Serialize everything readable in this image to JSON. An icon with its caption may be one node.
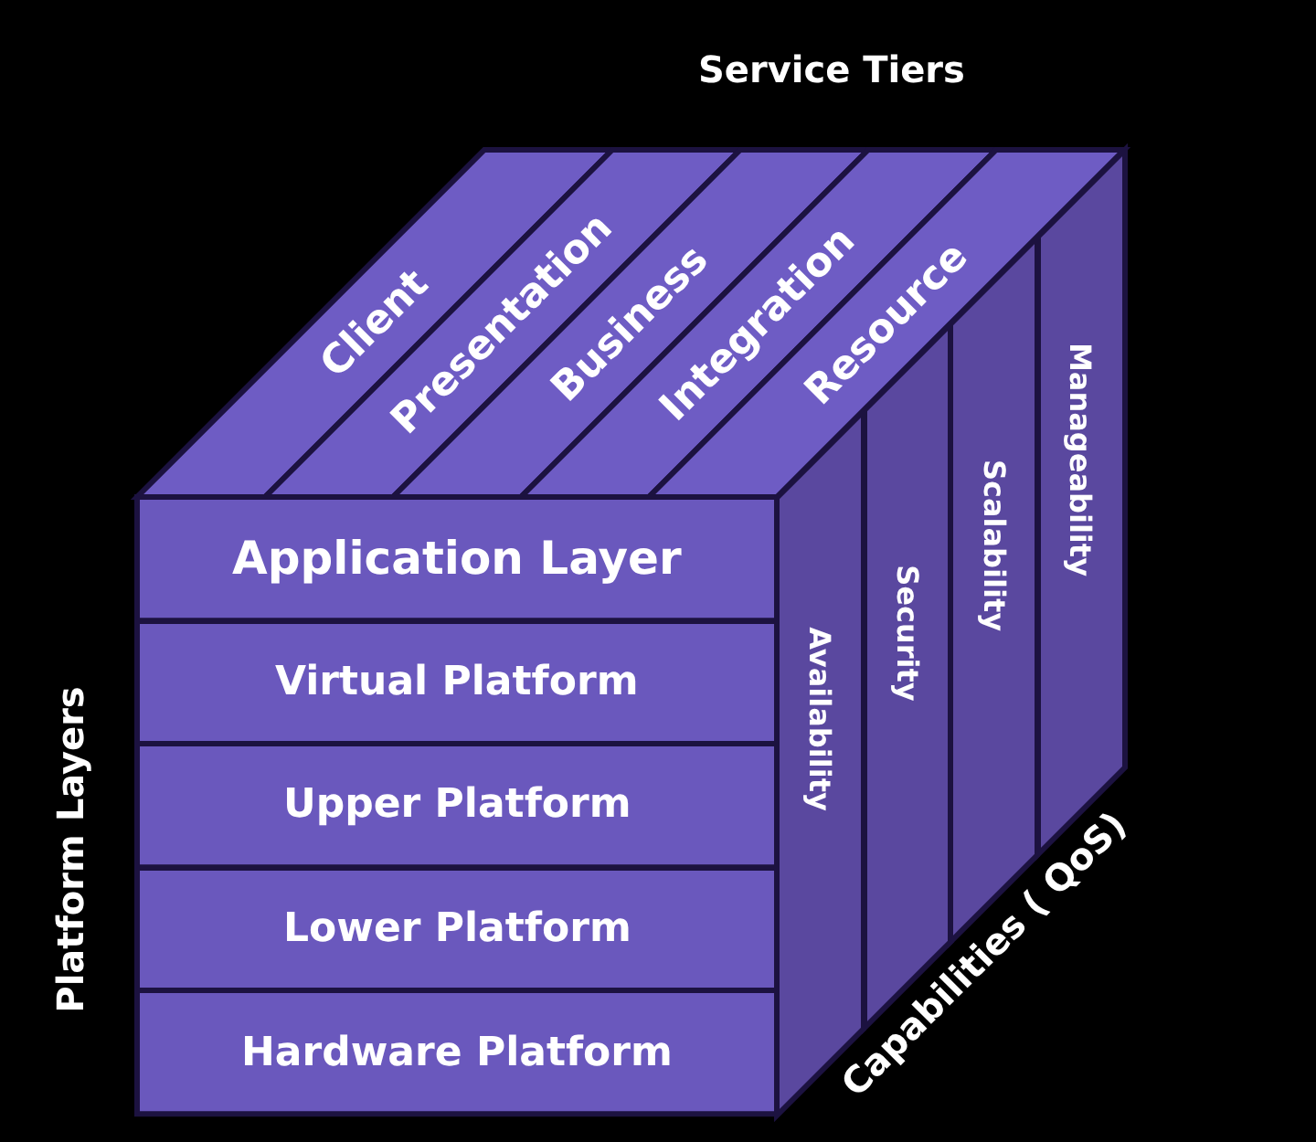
{
  "diagram": {
    "nodes": [
      {
        "text": [
          "Client"
        ]
      },
      {
        "text": [
          "Presentation"
        ]
      },
      {
        "text": [
          "Business"
        ]
      },
      {
        "text": [
          "Integration"
        ]
      },
      {
        "text": [
          "Resource"
        ]
      },
      {
        "text": [
          "Application Layer"
        ]
      },
      {
        "text": [
          "Virtual Platform"
        ]
      },
      {
        "text": [
          "Upper Platform"
        ]
      },
      {
        "text": [
          "Lower Platform"
        ]
      },
      {
        "text": [
          "Hardware Platform"
        ]
      },
      {
        "text": [
          "Availability"
        ]
      },
      {
        "text": [
          "Security"
        ]
      },
      {
        "text": [
          "Scalability"
        ]
      },
      {
        "text": [
          "Manageability"
        ]
      }
    ],
    "labels": [
      "Service Tiers",
      "Platform Layers",
      "Capabilities ( QoS)"
    ]
  }
}
